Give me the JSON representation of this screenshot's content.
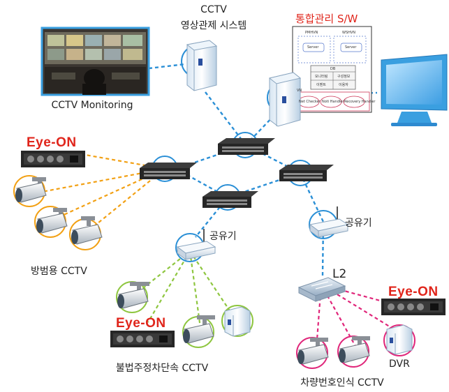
{
  "labels": {
    "cctv_server_line1": "CCTV",
    "cctv_server_line2": "영상관제 시스템",
    "monitoring": "CCTV Monitoring",
    "integrated_sw": "통합관리 S/W",
    "crime_prevention": "방범용 CCTV",
    "illegal_parking": "불법주정차단속 CCTV",
    "plate_recognition": "차량번호인식 CCTV",
    "router_left": "공유기",
    "router_right": "공유기",
    "l2_switch": "L2",
    "dvr": "DVR"
  },
  "brand": {
    "nvr_top": "Eye-ON",
    "nvr_middle": "Eye-ON",
    "nvr_right": "Eye-ON"
  },
  "sw_panel": {
    "left_box": "PMHVN",
    "right_box": "WSHVN",
    "server_left": "Server",
    "server_right": "Server",
    "db": "DB",
    "db_items": [
      "모니터링",
      "구성정보",
      "이벤트",
      "이용자"
    ],
    "bottom_left": "Net Checker",
    "bottom_mid": "Noti Handler",
    "bottom_right": "Recovery Handler",
    "vn": "VN"
  },
  "colors": {
    "network_link": "#2a8fd6",
    "crime_group": "#f2a013",
    "parking_group": "#8ec63f",
    "plate_group": "#e0267a",
    "brand_red": "#e0251b",
    "monitor_blue": "#3a9fe0"
  }
}
